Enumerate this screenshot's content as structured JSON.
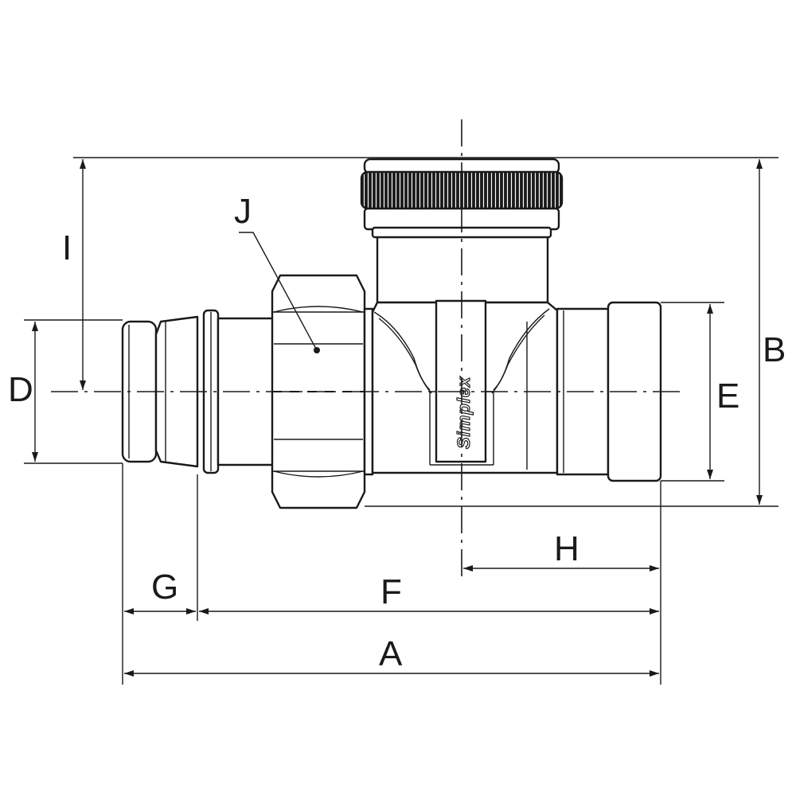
{
  "drawing": {
    "brand_text": "Simplex",
    "dimension_labels": {
      "a": "A",
      "b": "B",
      "d": "D",
      "e": "E",
      "f": "F",
      "g": "G",
      "h": "H",
      "i": "I",
      "j": "J"
    }
  },
  "colors": {
    "line": "#1a1a1a",
    "background": "#ffffff"
  }
}
